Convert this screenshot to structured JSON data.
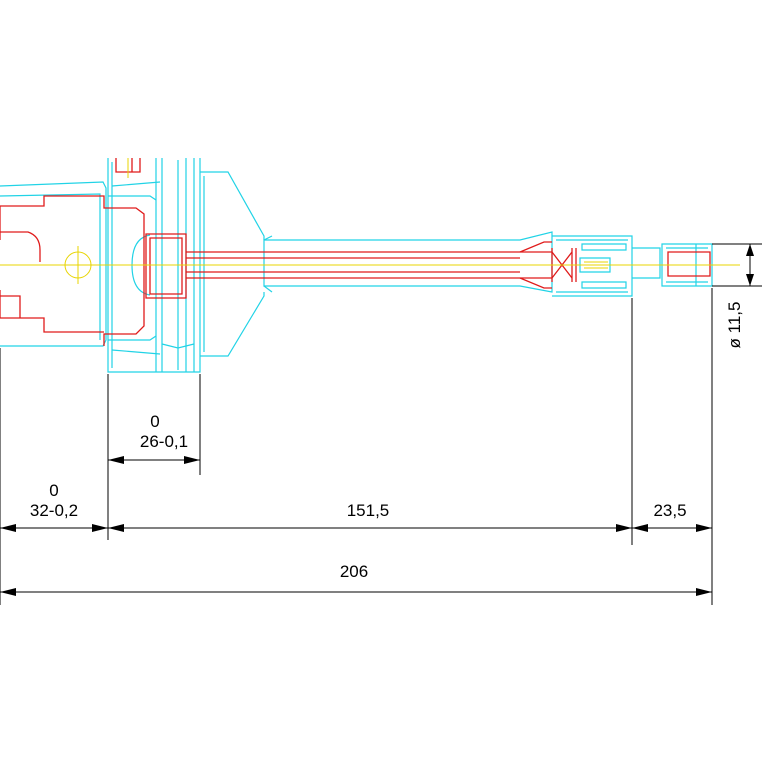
{
  "dimensions": {
    "tolerance_upper_26": "0",
    "flange_width": "26-0,1",
    "tolerance_upper_32": "0",
    "shank_length": "32-0,2",
    "extension_length": "151,5",
    "tip_length": "23,5",
    "overall_length": "206",
    "tip_diameter": "ø 11,5"
  },
  "colors": {
    "outline": "#21d3e6",
    "inner_part": "#e01b1b",
    "centerline": "#e8d400",
    "dimension": "#000000"
  }
}
